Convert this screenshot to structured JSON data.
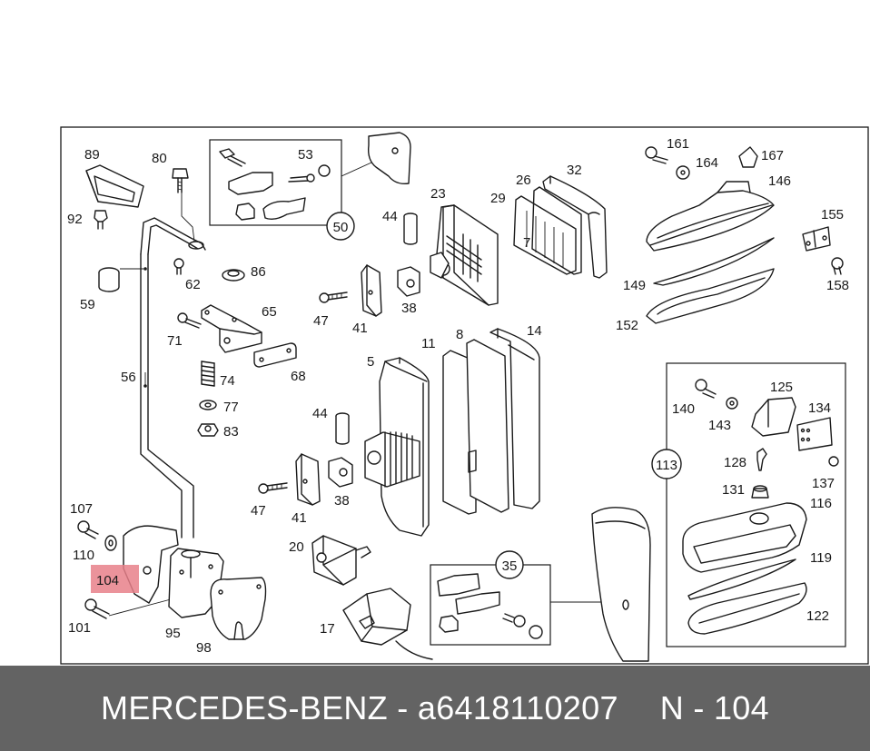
{
  "footer": {
    "brand": "MERCEDES-BENZ",
    "separator": "-",
    "part_number": "a6418110207",
    "position_label": "N - 104"
  },
  "highlight": {
    "label": "104",
    "color": "#e8808a"
  },
  "callouts": {
    "c50": "50",
    "c113": "113",
    "c35": "35"
  },
  "labels": {
    "l89": "89",
    "l80": "80",
    "l92": "92",
    "l53": "53",
    "l59": "59",
    "l62": "62",
    "l86": "86",
    "l65": "65",
    "l71": "71",
    "l56": "56",
    "l74": "74",
    "l68": "68",
    "l77": "77",
    "l83": "83",
    "l107": "107",
    "l110": "110",
    "l101": "101",
    "l95": "95",
    "l98": "98",
    "l44a": "44",
    "l23": "23",
    "l47a": "47",
    "l41a": "41",
    "l38a": "38",
    "l29": "29",
    "l26": "26",
    "l32": "32",
    "l161": "161",
    "l164": "164",
    "l167": "167",
    "l146": "146",
    "l155": "155",
    "l158": "158",
    "l149": "149",
    "l152": "152",
    "l11": "11",
    "l8": "8",
    "l14": "14",
    "l5": "5",
    "l44b": "44",
    "l47b": "47",
    "l41b": "41",
    "l38b": "38",
    "l20": "20",
    "l17": "17",
    "l140": "140",
    "l125": "125",
    "l134": "134",
    "l143": "143",
    "l128": "128",
    "l137": "137",
    "l131": "131",
    "l116": "116",
    "l119": "119",
    "l122": "122"
  }
}
